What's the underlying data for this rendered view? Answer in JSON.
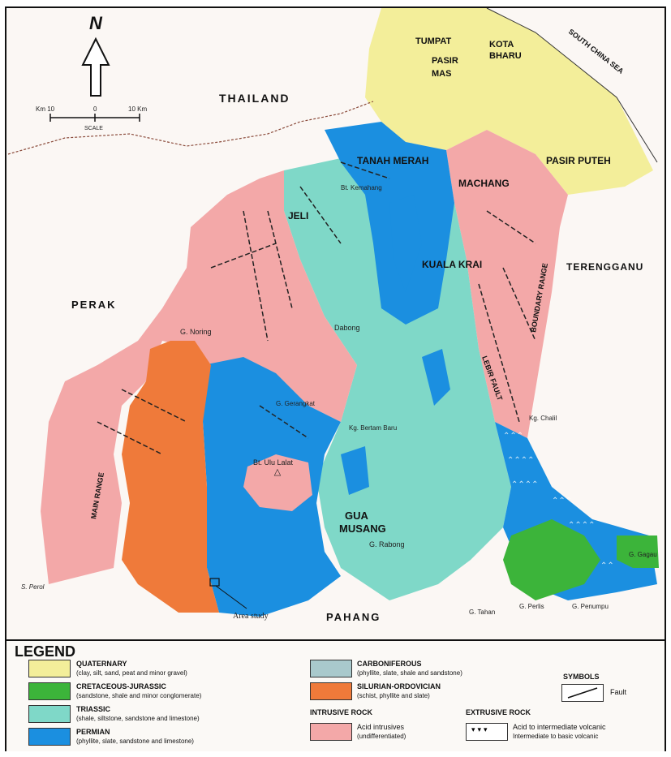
{
  "map": {
    "north_label": "N",
    "scale": {
      "left": "Km 10",
      "mid": "0",
      "right": "10 Km",
      "caption": "SCALE"
    },
    "places": {
      "thailand": "THAILAND",
      "south_china_sea": "SOUTH CHINA SEA",
      "tumpat": "TUMPAT",
      "kota": "KOTA",
      "bharu": "BHARU",
      "pasir": "PASIR",
      "mas": "MAS",
      "tanah_merah": "TANAH MERAH",
      "machang": "MACHANG",
      "pasir_puteh": "PASIR PUTEH",
      "jeli": "JELI",
      "kuala_krai": "KUALA KRAI",
      "terengganu": "TERENGGANU",
      "perak": "PERAK",
      "boundary_range": "BOUNDARY RANGE",
      "lebir_fault": "LEBIR FAULT",
      "main_range": "MAIN RANGE",
      "g_noring": "G. Noring",
      "dabong": "Dabong",
      "bt_kemahang": "Bt. Kemahang",
      "g_gerangkat": "G. Gerangkat",
      "kg_bertam_baru": "Kg. Bertam Baru",
      "kg_chalil": "Kg. Chalil",
      "bt_ulu_lalat": "Bt. Ulu Lalat",
      "gua": "GUA",
      "musang": "MUSANG",
      "g_rabong": "G. Rabong",
      "g_gagau": "G. Gagau",
      "s_perol": "S. Perol",
      "area_study": "Area study",
      "pahang": "PAHANG",
      "g_tahan": "G. Tahan",
      "g_perlis": "G. Perlis",
      "g_penumpu": "G. Penumpu"
    }
  },
  "legend": {
    "title": "LEGEND",
    "items": [
      {
        "name": "QUATERNARY",
        "desc": "(clay, silt, sand, peat and minor gravel)",
        "color": "#f3ee9a"
      },
      {
        "name": "CRETACEOUS-JURASSIC",
        "desc": "(sandstone, shale and minor conglomerate)",
        "color": "#3cb43a"
      },
      {
        "name": "TRIASSIC",
        "desc": "(shale, siltstone, sandstone and limestone)",
        "color": "#7fd8c8"
      },
      {
        "name": "PERMIAN",
        "desc": "(phyllite, slate, sandstone and limestone)",
        "color": "#1b8fe0"
      },
      {
        "name": "CARBONIFEROUS",
        "desc": "(phyllite, slate, shale and sandstone)",
        "color": "#a9c9cc"
      },
      {
        "name": "SILURIAN-ORDOVICIAN",
        "desc": "(schist, phyllite and slate)",
        "color": "#ef7a3a"
      },
      {
        "name": "Acid intrusives",
        "desc": "(undifferentiated)",
        "color": "#f3a8a8"
      }
    ],
    "intrusive_header": "INTRUSIVE ROCK",
    "extrusive_header": "EXTRUSIVE ROCK",
    "extrusive_line1": "Acid to intermediate volcanic",
    "extrusive_line2": "Intermediate to basic volcanic",
    "symbols_header": "SYMBOLS",
    "fault_label": "Fault"
  }
}
